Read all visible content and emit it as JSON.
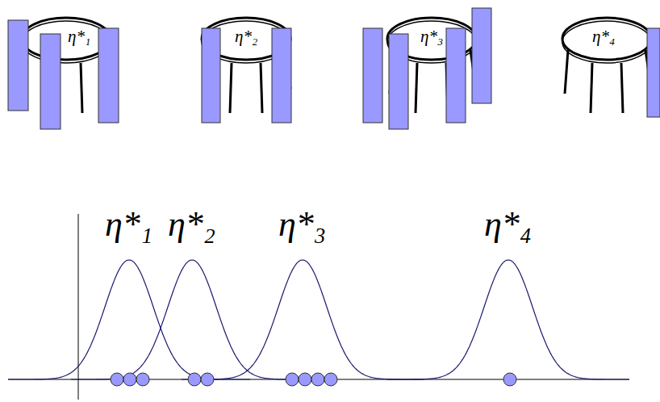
{
  "diagram": {
    "labels": [
      "η*₁",
      "η*₂",
      "η*₃",
      "η*₄",
      "η*₁",
      "η*₂",
      "η*₃",
      "η*₄"
    ]
  }
}
